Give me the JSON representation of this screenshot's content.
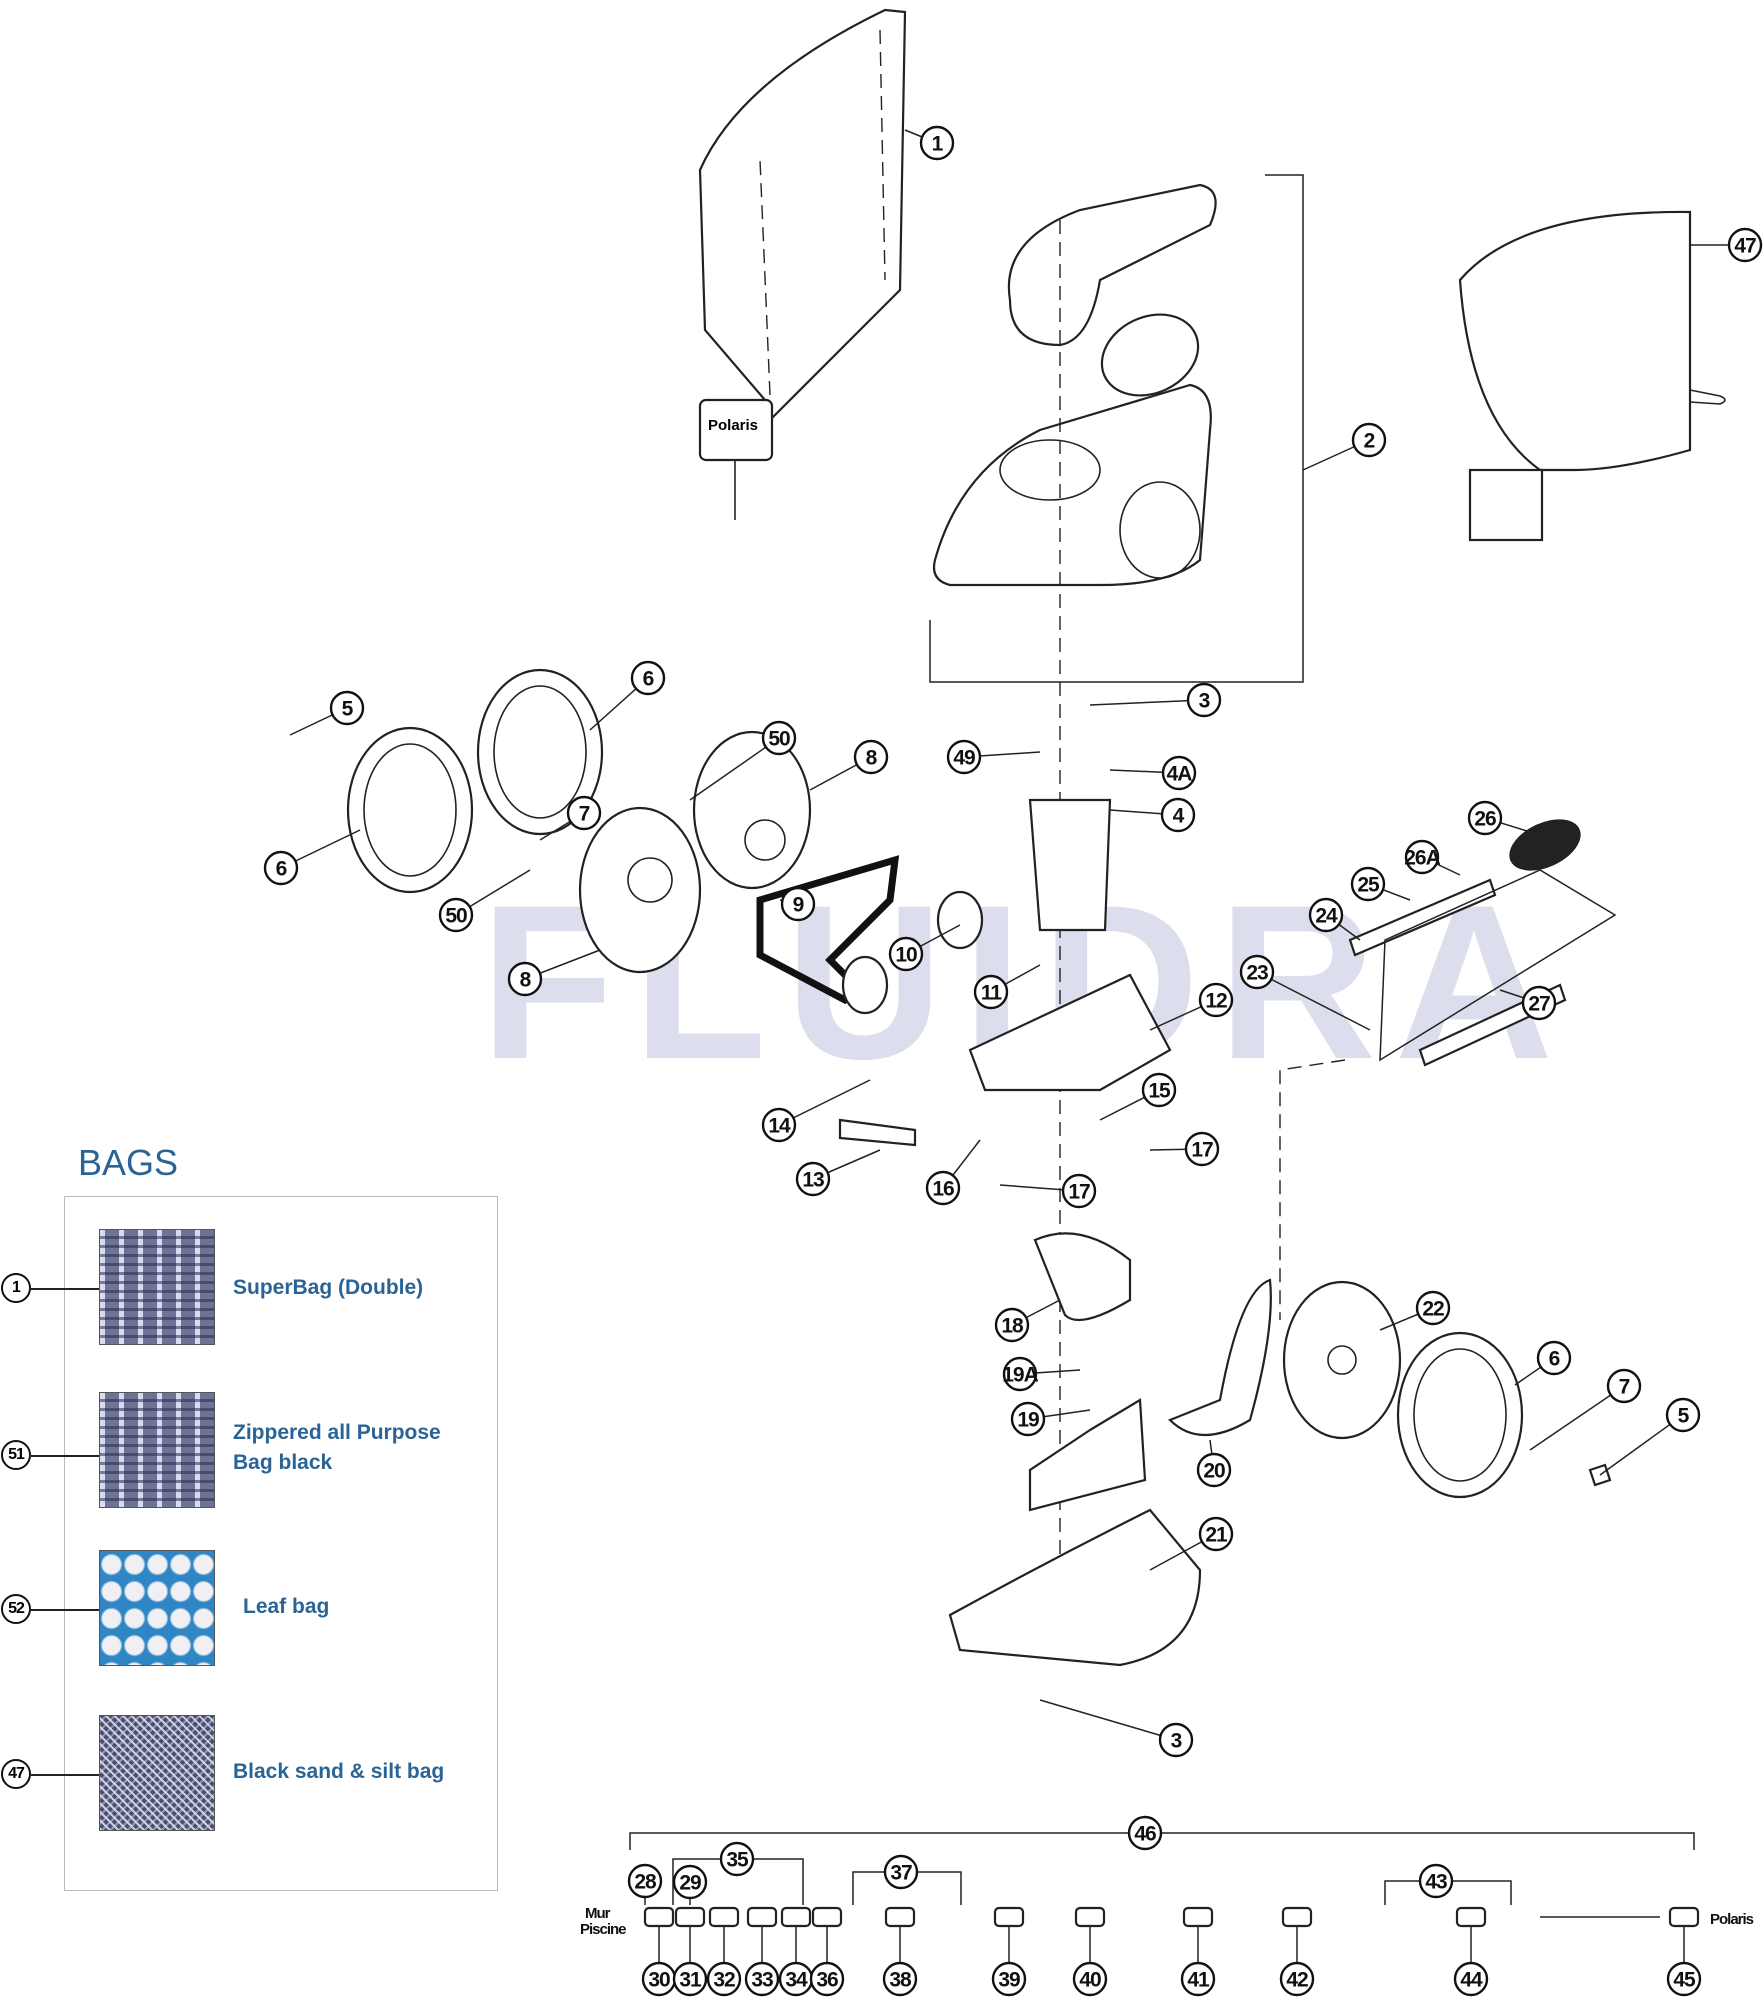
{
  "watermark": "FLUIDRA",
  "callouts": [
    "1",
    "47",
    "2",
    "3",
    "5",
    "6",
    "50",
    "8",
    "49",
    "4A",
    "4",
    "26",
    "26A",
    "25",
    "24",
    "7",
    "6",
    "9",
    "50",
    "10",
    "23",
    "11",
    "12",
    "8",
    "27",
    "15",
    "14",
    "17",
    "13",
    "16",
    "17",
    "18",
    "22",
    "6",
    "19A",
    "7",
    "5",
    "19",
    "20",
    "21",
    "3"
  ],
  "hose": {
    "assembly_label": "46",
    "group_labels": [
      "35",
      "37",
      "43"
    ],
    "top_labels": [
      "28",
      "29"
    ],
    "bottom_labels": [
      "30",
      "31",
      "32",
      "33",
      "34",
      "36",
      "38",
      "39",
      "40",
      "41",
      "42",
      "44",
      "45"
    ],
    "left_end_line1": "Mur",
    "left_end_line2": "Piscine",
    "right_end": "Polaris"
  },
  "bags": {
    "title": "BAGS",
    "items": [
      {
        "number": "1",
        "label": "SuperBag (Double)"
      },
      {
        "number": "51",
        "label": "Zippered all Purpose Bag black"
      },
      {
        "number": "52",
        "label": "Leaf bag"
      },
      {
        "number": "47",
        "label": "Black sand & silt bag"
      }
    ]
  },
  "colors": {
    "accent": "#2a6496",
    "watermark": "#d6d8ea",
    "leaf_mesh": "#2f86c4"
  }
}
